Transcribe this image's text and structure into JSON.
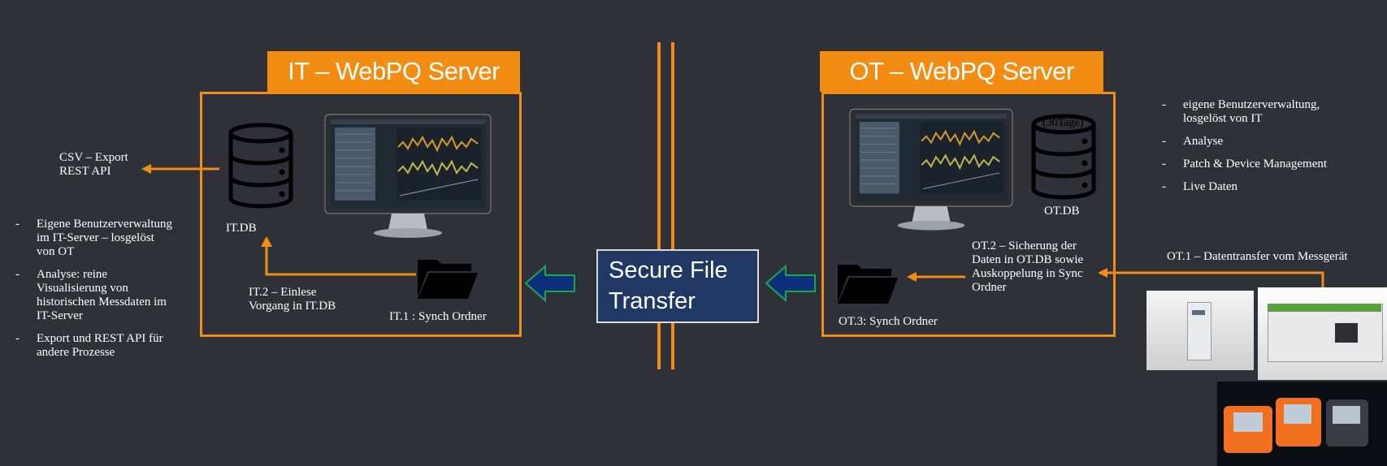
{
  "it_server": {
    "title": "IT – WebPQ Server",
    "db_label": "IT.DB",
    "step_2": [
      "IT.2 –  Einlese",
      "Vorgang in IT.DB"
    ],
    "step_1": "IT.1 : Synch Ordner",
    "export": [
      "CSV – Export",
      "REST API"
    ],
    "bullets": [
      [
        "Eigene Benutzerverwaltung",
        "im IT-Server – losgelöst",
        "von OT"
      ],
      [
        "Analyse: reine",
        "Visualisierung von",
        "historischen Messdaten im",
        "IT-Server"
      ],
      [
        "Export und REST API für",
        "andere Prozesse"
      ]
    ]
  },
  "ot_server": {
    "title": "OT – WebPQ Server",
    "db_label": "OT.DB",
    "db_badge": "(30Tage)",
    "step_2": [
      "OT.2 – Sicherung der",
      "Daten in OT.DB sowie",
      "Auskoppelung in Sync",
      "Ordner"
    ],
    "step_3": "OT.3: Synch Ordner",
    "step_1": "OT.1 – Datentransfer vom Messgerät",
    "bullets": [
      [
        "eigene Benutzerverwaltung,",
        "losgelöst von IT"
      ],
      [
        "Analyse"
      ],
      [
        "Patch & Device Management"
      ],
      [
        "Live Daten"
      ]
    ]
  },
  "secure_transfer": {
    "line1": "Secure File",
    "line2": "Transfer"
  },
  "colors": {
    "background": "#2f3139",
    "accent": "#f28c13",
    "transfer_box": "#1f3864",
    "arrow_fill": "#0d2f7a",
    "arrow_outline": "#1aa84f"
  },
  "icons": [
    "database-icon",
    "monitor-icon",
    "folder-icon",
    "arrow-left-icon",
    "device-photo"
  ]
}
